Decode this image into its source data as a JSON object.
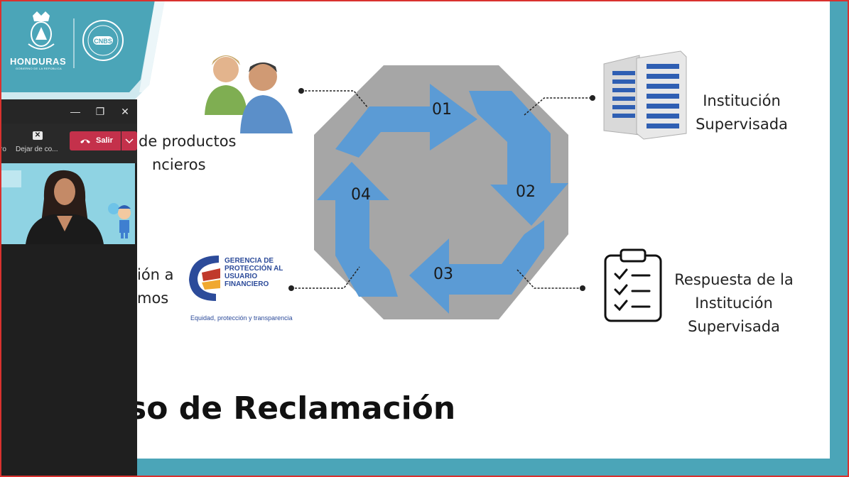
{
  "slide": {
    "logo": {
      "country": "HONDURAS",
      "country_sub": "GOBIERNO DE LA REPÚBLICA"
    },
    "title": "so de Reclamación",
    "items": {
      "usuario": [
        "de productos",
        "ncieros"
      ],
      "institucion": [
        "Institución",
        "Supervisada"
      ],
      "gerencia": [
        "ión a",
        "mos"
      ],
      "respuesta": [
        "Respuesta de la",
        "Institución",
        "Supervisada"
      ]
    },
    "steps": [
      "01",
      "02",
      "03",
      "04"
    ],
    "gpuf": {
      "name": "GERENCIA DE PROTECCIÓN AL USUARIO FINANCIERO",
      "tagline": "Equidad, protección y transparencia"
    },
    "colors": {
      "arrow_blue": "#5b9bd5",
      "arrow_grey": "#a6a6a6",
      "accent_teal": "#4ba5b8",
      "frame_red": "#d9312e"
    }
  },
  "call_window": {
    "controls": {
      "minimize": "—",
      "restore": "❐",
      "close": "✕"
    },
    "toolbar": {
      "left_label": "ro",
      "stop_share_label": "Dejar de co...",
      "leave_label": "Salir"
    },
    "icons": [
      "minimize-icon",
      "restore-icon",
      "close-icon",
      "stop-share-icon",
      "phone-hangup-icon",
      "chevron-down-icon"
    ]
  }
}
